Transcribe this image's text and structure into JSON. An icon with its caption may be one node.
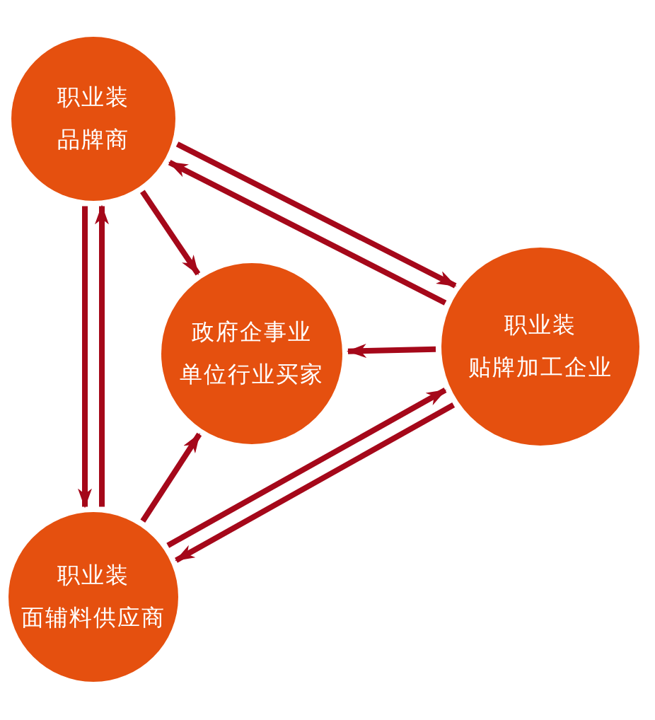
{
  "diagram": {
    "nodes": [
      {
        "text": [
          "职业装",
          "品牌商"
        ]
      },
      {
        "text": [
          "政府企事业",
          "单位行业买家"
        ]
      },
      {
        "text": [
          "职业装",
          "贴牌加工企业"
        ]
      },
      {
        "text": [
          "职业装",
          "面辅料供应商"
        ]
      }
    ],
    "edges": [
      {
        "from": 0,
        "to": 1,
        "arrow": "to"
      },
      {
        "from": 2,
        "to": 1,
        "arrow": "to"
      },
      {
        "from": 3,
        "to": 1,
        "arrow": "to"
      },
      {
        "from": 0,
        "to": 2,
        "arrow": "to"
      },
      {
        "from": 2,
        "to": 0,
        "arrow": "to"
      },
      {
        "from": 0,
        "to": 3,
        "arrow": "to"
      },
      {
        "from": 3,
        "to": 0,
        "arrow": "to"
      },
      {
        "from": 3,
        "to": 2,
        "arrow": "to"
      },
      {
        "from": 2,
        "to": 3,
        "arrow": "to"
      }
    ]
  }
}
